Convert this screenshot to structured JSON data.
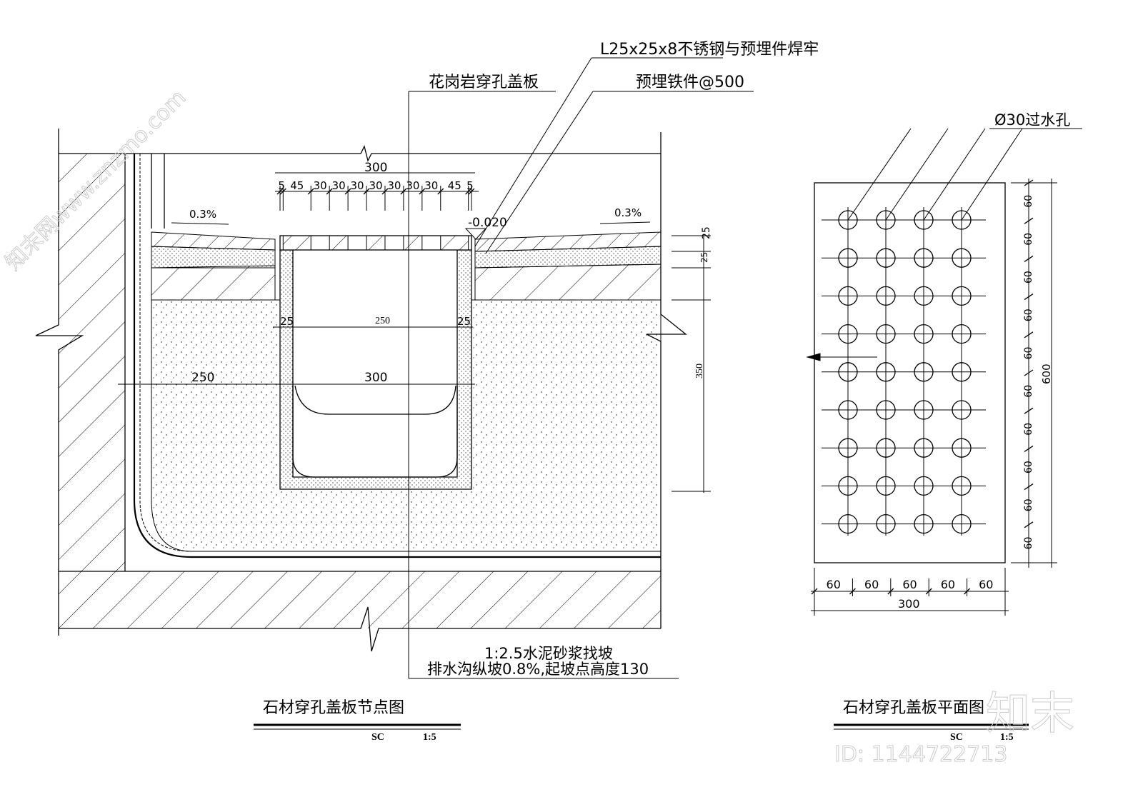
{
  "detail": {
    "title": "石材穿孔盖板节点图",
    "scale_prefix": "SC",
    "scale": "1:5",
    "callouts": {
      "angle_steel": "L25x25x8不锈钢与预埋件焊牢",
      "cover": "花岗岩穿孔盖板",
      "embedded": "预埋铁件@500",
      "mortar": "1:2.5水泥砂浆找坡",
      "slope": "排水沟纵坡0.8%,起坡点高度130"
    },
    "dims": {
      "top_total": "300",
      "top_segments": [
        "5",
        "45",
        "30",
        "30",
        "30",
        "30",
        "30",
        "30",
        "30",
        "45",
        "5"
      ],
      "slope_left": "0.3%",
      "slope_right": "0.3%",
      "elevation": "-0.020",
      "layer1": "25",
      "layer2": "25",
      "wall_left": "25",
      "inner_width": "250",
      "wall_right": "25",
      "outer_width": "300",
      "side_width": "250",
      "depth": "350"
    }
  },
  "plan": {
    "title": "石材穿孔盖板平面图",
    "scale_prefix": "SC",
    "scale": "1:5",
    "hole_label": "Ø30过水孔",
    "rows": 9,
    "cols": 4,
    "vertical_dims": [
      "60",
      "60",
      "60",
      "60",
      "60",
      "60",
      "60",
      "60",
      "60",
      "60"
    ],
    "vertical_total": "600",
    "horizontal_dims": [
      "60",
      "60",
      "60",
      "60",
      "60"
    ],
    "horizontal_total": "300"
  },
  "watermark": {
    "brand": "知末",
    "id": "ID: 1144722713",
    "site": "知末网www.znzmo.com"
  }
}
